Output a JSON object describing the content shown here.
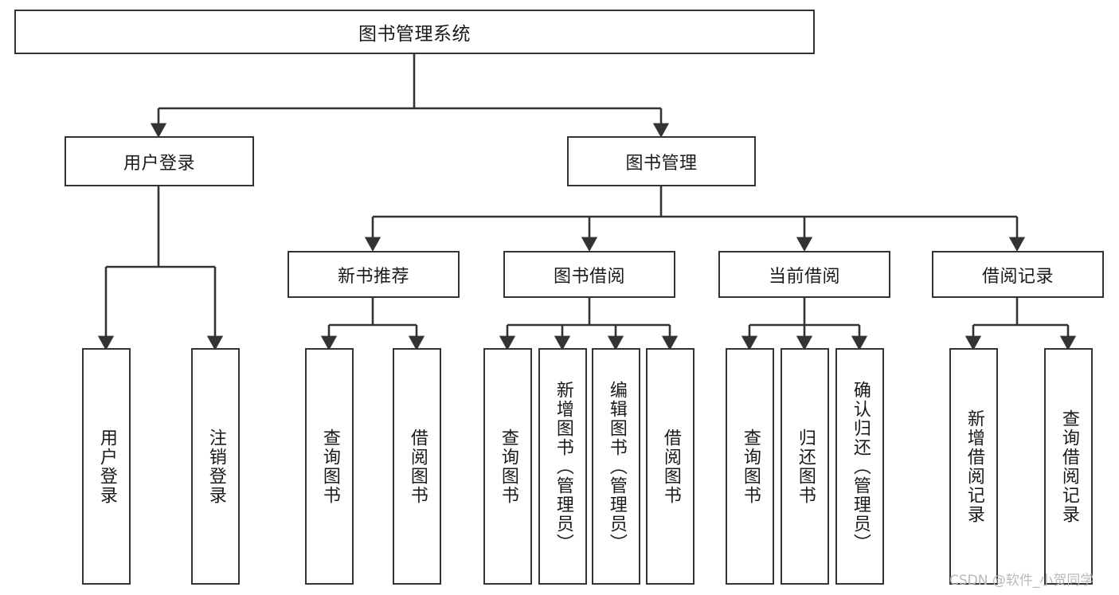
{
  "diagram": {
    "type": "tree",
    "title": "图书管理系统",
    "orientation": "top-down",
    "colors": {
      "node_border": "#333333",
      "node_fill": "#ffffff",
      "edge": "#333333",
      "text": "#1a1a1a",
      "watermark": "#b9b9b9",
      "background": "#ffffff"
    },
    "root": {
      "label": "图书管理系统"
    },
    "level1": [
      {
        "label": "用户登录"
      },
      {
        "label": "图书管理"
      }
    ],
    "level2": [
      {
        "label": "新书推荐"
      },
      {
        "label": "图书借阅"
      },
      {
        "label": "当前借阅"
      },
      {
        "label": "借阅记录"
      }
    ],
    "leaves": {
      "user_login": [
        {
          "label": "用户登录"
        },
        {
          "label": "注销登录"
        }
      ],
      "new_book_recommend": [
        {
          "label": "查询图书"
        },
        {
          "label": "借阅图书"
        }
      ],
      "book_borrow": [
        {
          "label": "查询图书"
        },
        {
          "label": "新增图书（管理员）"
        },
        {
          "label": "编辑图书（管理员）"
        },
        {
          "label": "借阅图书"
        }
      ],
      "current_borrow": [
        {
          "label": "查询图书"
        },
        {
          "label": "归还图书"
        },
        {
          "label": "确认归还（管理员）"
        }
      ],
      "borrow_records": [
        {
          "label": "新增借阅记录"
        },
        {
          "label": "查询借阅记录"
        }
      ]
    }
  },
  "watermark": {
    "text": "CSDN @软件_小贺同学"
  }
}
